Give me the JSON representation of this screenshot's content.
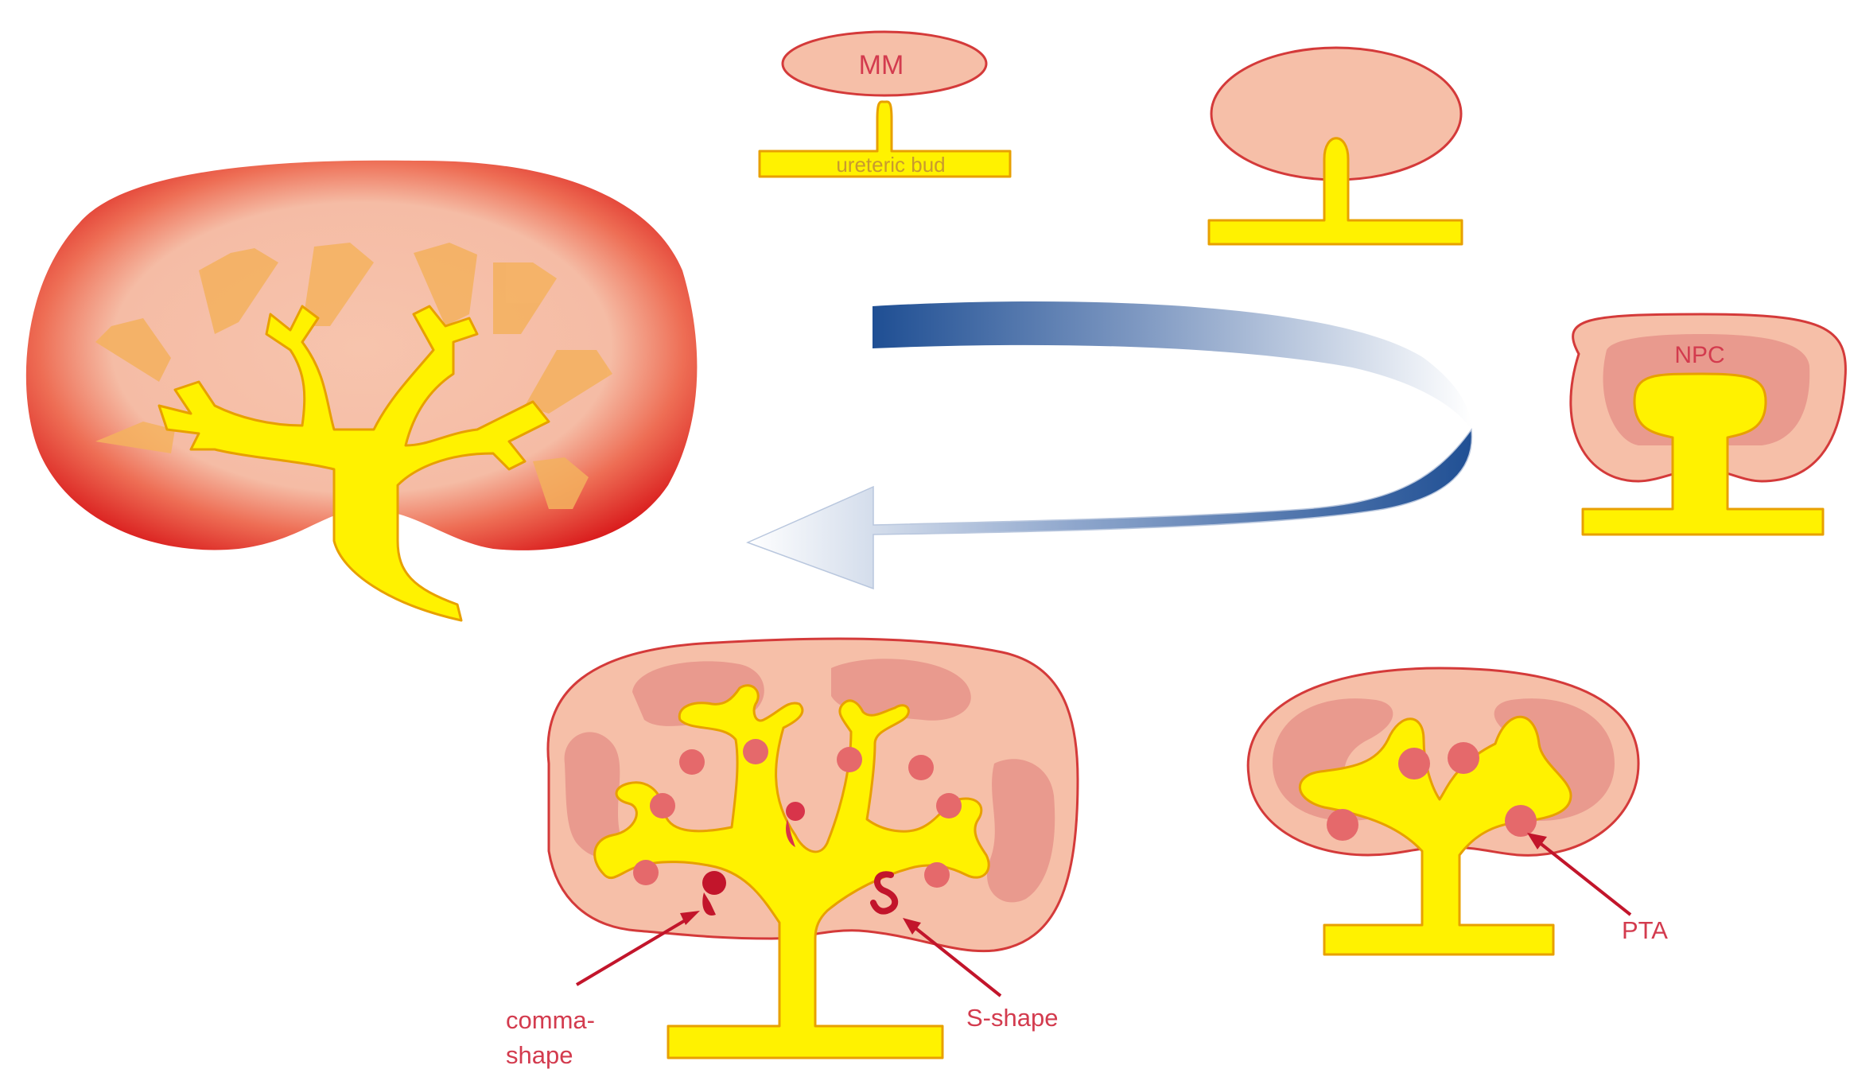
{
  "labels": {
    "mm": "MM",
    "ureteric_bud": "ureteric bud",
    "npc": "NPC",
    "comma_shape_line1": "comma-",
    "comma_shape_line2": "shape",
    "s_shape": "S-shape",
    "pta": "PTA"
  },
  "colors": {
    "yellow": "#FFF200",
    "yellow_stroke": "#E8A000",
    "mesenchyme_fill": "#F6BFA8",
    "cap_fill": "#E99A8E",
    "outline_red": "#D43A3A",
    "label_red": "#D33B4E",
    "vesicle_fill": "#E5696B",
    "dark_red": "#C2152B",
    "kidney_outer": "#E01E1E",
    "arrow_blue": "#1E4E93"
  }
}
